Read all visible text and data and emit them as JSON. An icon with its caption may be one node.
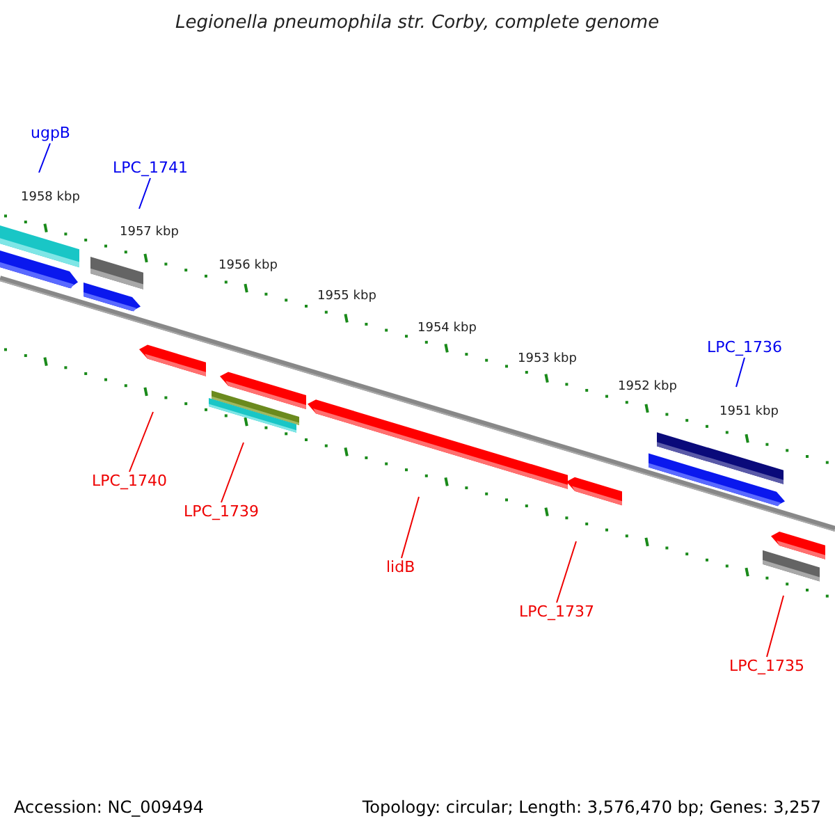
{
  "diagram": {
    "title": "Legionella pneumophila str. Corby, complete genome",
    "nodes": [
      {
        "text": [
          "ugpB"
        ]
      },
      {
        "text": [
          "LPC_1741"
        ]
      },
      {
        "text": [
          "LPC_1736"
        ]
      },
      {
        "text": [
          "LPC_1740"
        ]
      },
      {
        "text": [
          "LPC_1739"
        ]
      },
      {
        "text": [
          "lidB"
        ]
      },
      {
        "text": [
          "LPC_1737"
        ]
      },
      {
        "text": [
          "LPC_1735"
        ]
      }
    ],
    "edges": [
      {
        "from": 0,
        "to": null,
        "arrow": "none",
        "color": "#0000ee"
      },
      {
        "from": 1,
        "to": null,
        "arrow": "none",
        "color": "#0000ee"
      },
      {
        "from": 2,
        "to": null,
        "arrow": "none",
        "color": "#0000ee"
      },
      {
        "from": 3,
        "to": null,
        "arrow": "none"
      },
      {
        "from": 4,
        "to": null,
        "arrow": "none"
      },
      {
        "from": 5,
        "to": null,
        "arrow": "none"
      },
      {
        "from": 6,
        "to": null,
        "arrow": "none"
      },
      {
        "from": 7,
        "to": null,
        "arrow": "none"
      }
    ],
    "labels": [
      "1958 kbp",
      "1957 kbp",
      "1956 kbp",
      "1955 kbp",
      "1954 kbp",
      "1953 kbp",
      "1952 kbp",
      "1951 kbp",
      "Accession: NC_009494",
      "Topology: circular; Length: 3,576,470 bp; Genes: 3,257"
    ]
  }
}
